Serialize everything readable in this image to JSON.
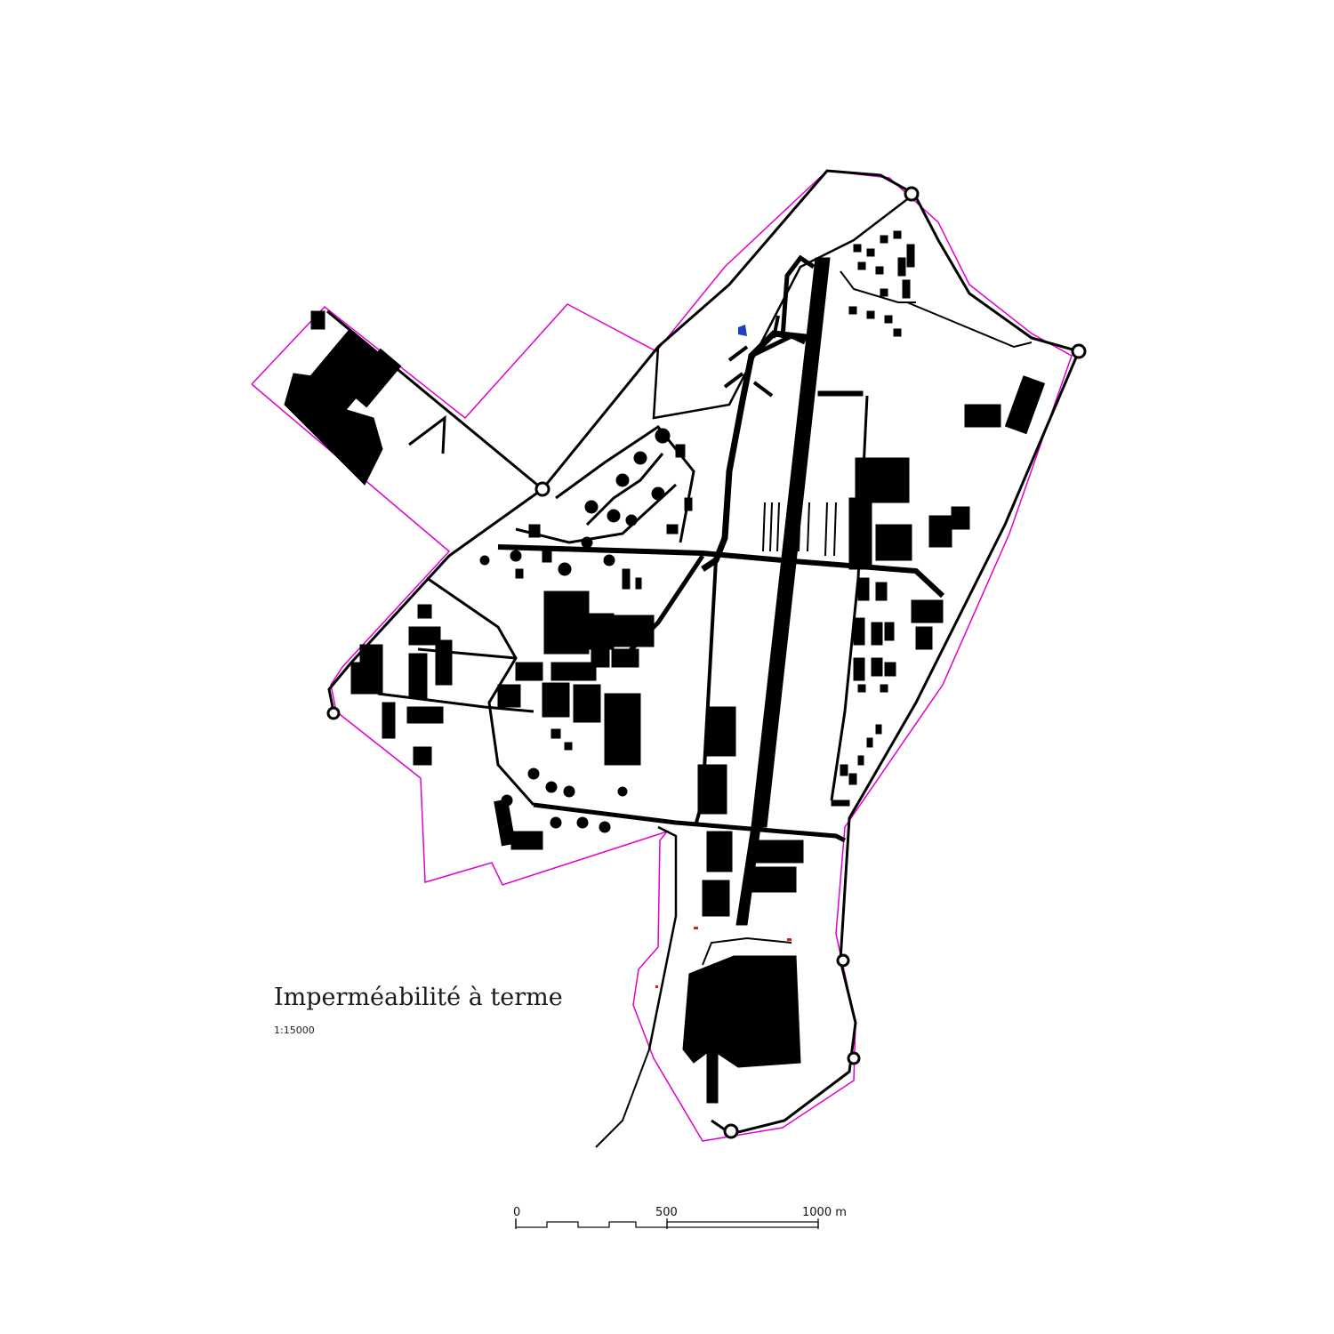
{
  "map": {
    "title": "Imperméabilité à terme",
    "scale_ratio": "1:15000",
    "scale_bar": {
      "ticks": [
        {
          "value": "0"
        },
        {
          "value": "500"
        },
        {
          "value": "1000 m"
        }
      ]
    },
    "colors": {
      "impervious": "#000000",
      "boundary": "#e000d0",
      "water": "#1f3fbf",
      "marker": "#d02020",
      "background": "#ffffff"
    }
  }
}
